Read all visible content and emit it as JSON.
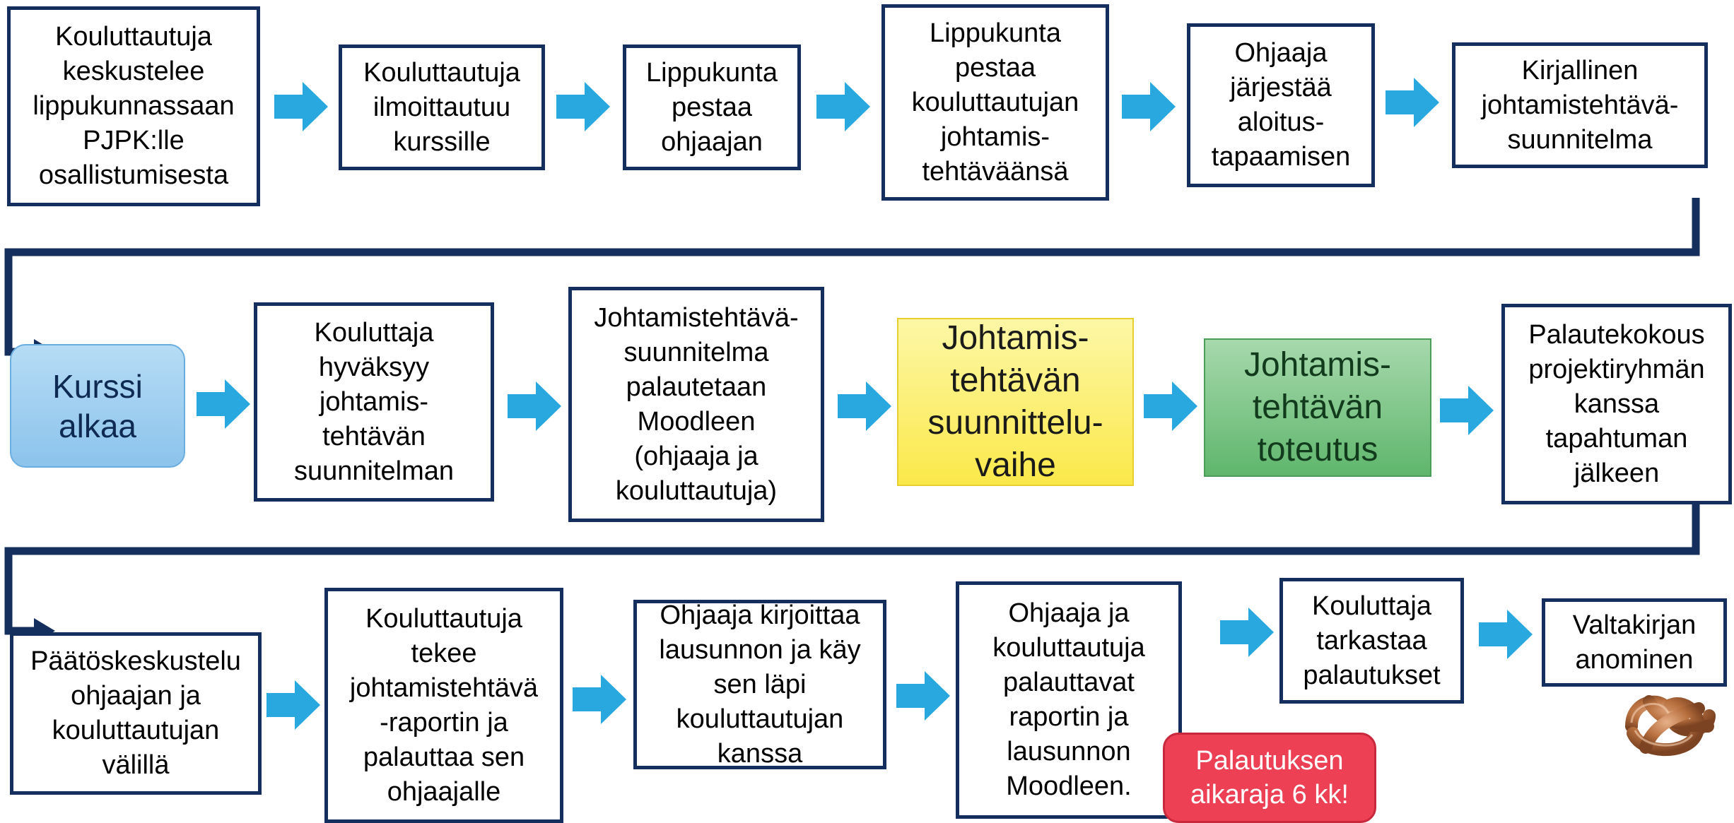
{
  "colors": {
    "box_border": "#142f5e",
    "arrow": "#29a7df",
    "kurssi": "#9dcdf0",
    "suunnittelu": "#fbee6a",
    "toteutus": "#7cc487",
    "deadline": "#ee4054"
  },
  "row1": [
    "Kouluttautuja\nkeskustelee\nlippukunnassaan\nPJPK:lle\nosallistumisesta",
    "Kouluttautuja\nilmoittautuu\nkurssille",
    "Lippukunta\npestaa\nohjaajan",
    "Lippukunta\npestaa\nkouluttautujan\njohtamis-\ntehtäväänsä",
    "Ohjaaja\njärjestää\naloitus-\ntapaamisen",
    "Kirjallinen\njohtamistehtävä-\nsuunnitelma"
  ],
  "row2": {
    "kurssi": "Kurssi\nalkaa",
    "boxes": [
      "Kouluttaja\nhyväksyy\njohtamis-\ntehtävän\nsuunnitelman",
      "Johtamistehtävä-\nsuunnitelma\npalautetaan\nMoodleen\n(ohjaaja ja\nkouluttautuja)"
    ],
    "suunnittelu": "Johtamis-\ntehtävän\nsuunnittelu-\nvaihe",
    "toteutus": "Johtamis-\ntehtävän\ntoteutus",
    "palaute": "Palautekokous\nprojektiryhmän\nkanssa\ntapahtuman\njälkeen"
  },
  "row3": [
    "Päätöskeskustelu\nohjaajan ja\nkouluttautujan\nvälillä",
    "Kouluttautuja\ntekee\njohtamistehtävä\n-raportin ja\npalauttaa sen\nohjaajalle",
    "Ohjaaja kirjoittaa\nlausunnon ja käy\nsen läpi\nkouluttautujan\nkanssa",
    "Ohjaaja ja\nkouluttautuja\npalauttavat\nraportin ja\nlausunnon\nMoodleen.",
    "Kouluttaja\ntarkastaa\npalautukset",
    "Valtakirjan\nanominen"
  ],
  "deadline": "Palautuksen\naikaraja 6 kk!",
  "icons": {
    "arrow": "right-arrow-icon",
    "woggle": "scout-woggle-knot"
  }
}
